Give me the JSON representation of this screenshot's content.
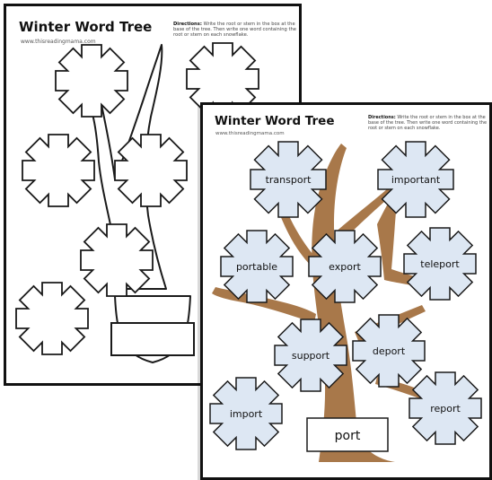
{
  "back_sheet": {
    "title": "Winter Word Tree",
    "site": "www.thisreadingmama.com",
    "directions_label": "Directions:",
    "directions_text": "Write the root or stem in the box at the base of the tree. Then write one word containing the root or stem on each snowflake."
  },
  "front_sheet": {
    "title": "Winter Word Tree",
    "site": "www.thisreadingmama.com",
    "directions_label": "Directions:",
    "directions_text": "Write the root or stem in the box at the base of the tree. Then write one word containing the root or stem on each snowflake.",
    "root_word": "port",
    "words": [
      "transport",
      "important",
      "portable",
      "export",
      "teleport",
      "support",
      "deport",
      "import",
      "report"
    ]
  },
  "colors": {
    "branch_brown": "#a8784a",
    "snowflake_fill": "#dde7f3",
    "outline": "#1a1a1a"
  }
}
